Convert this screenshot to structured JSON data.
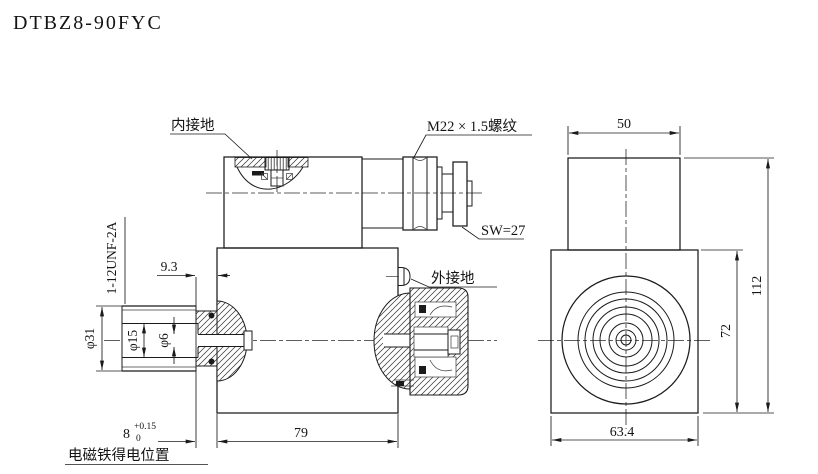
{
  "title": "DTBZ8-90FYC",
  "colors": {
    "line": "#1b1b1b",
    "background": "#ffffff"
  },
  "labels": {
    "inner_ground": "内接地",
    "gland_thread": "M22 × 1.5螺纹",
    "wrench_size": "SW=27",
    "outer_ground": "外接地",
    "stem_thread": "1-12UNF-2A",
    "energized_note": "电磁铁得电位置"
  },
  "dimensions": {
    "front": {
      "neck_length": "9.3",
      "stem_outer_dia": "φ31",
      "bore_dia": "φ15",
      "pin_dia": "φ6",
      "stroke": "8",
      "stroke_tol_upper": "+0.15",
      "stroke_tol_lower": "0",
      "body_length": "79"
    },
    "side": {
      "coil_width": "50",
      "overall_height": "112",
      "body_height": "72",
      "body_width": "63.4"
    }
  }
}
